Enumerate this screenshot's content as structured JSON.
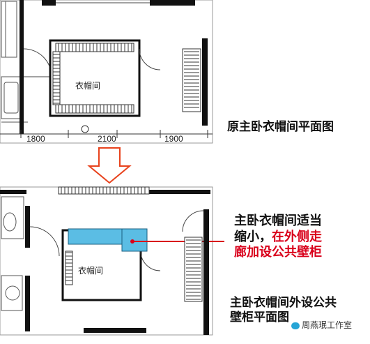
{
  "top_plan": {
    "room_label": "衣帽间",
    "dimensions": [
      "1800",
      "2100",
      "1900"
    ]
  },
  "captions": {
    "top": "原主卧衣帽间平面图",
    "note_line1": "主卧衣帽间适当",
    "note_line2_black": "缩小，",
    "note_line2_red": "在外侧走",
    "note_line3": "廊加设公共壁柜",
    "bottom_line1": "主卧衣帽间外设公共",
    "bottom_line2": "壁柜平面图"
  },
  "bottom_plan": {
    "room_label": "衣帽间"
  },
  "watermark": "周燕珉工作室",
  "colors": {
    "new_cabinet_fill": "#5bbde4",
    "arrow_line": "#d9001b",
    "down_arrow": "#e8421c",
    "wall": "#111111"
  }
}
